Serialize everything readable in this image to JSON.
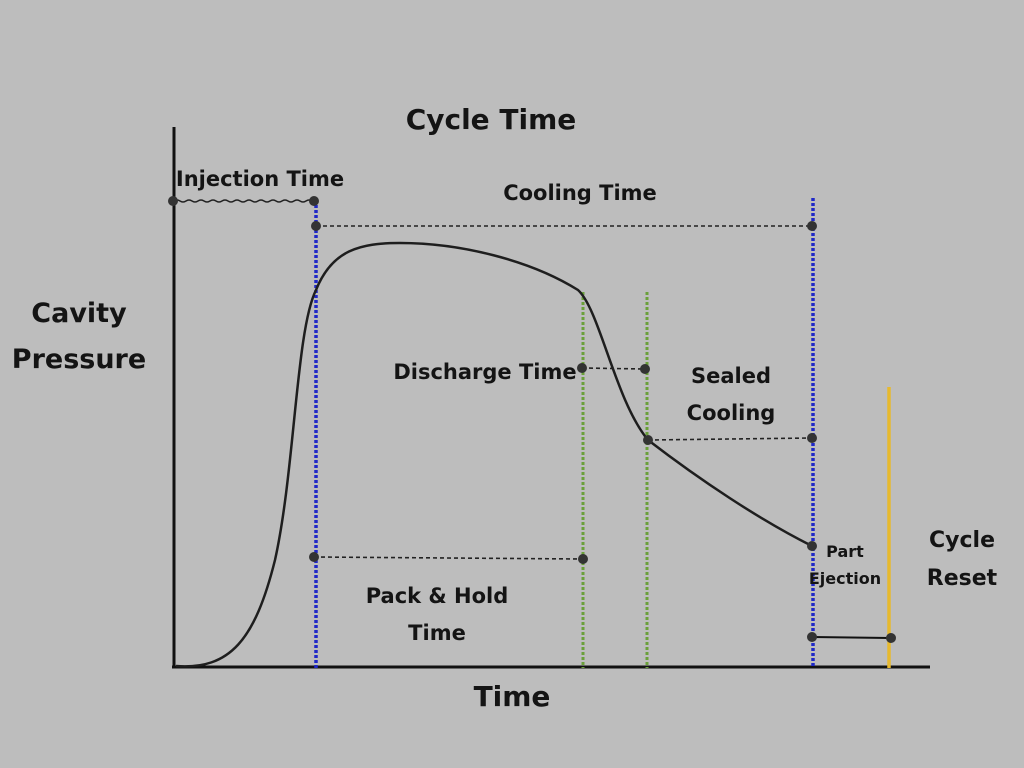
{
  "diagram": {
    "title": "Cycle Time",
    "y_axis_label": [
      "Cavity",
      "Pressure"
    ],
    "x_axis_label": "Time",
    "labels": {
      "injection_time": "Injection Time",
      "cooling_time": "Cooling Time",
      "discharge_time": "Discharge Time",
      "sealed_cooling": [
        "Sealed",
        "Cooling"
      ],
      "pack_hold_time": [
        "Pack & Hold",
        "Time"
      ],
      "part_ejection": [
        "Part",
        "Ejection"
      ],
      "cycle_reset": [
        "Cycle",
        "Reset"
      ]
    },
    "colors": {
      "background": "#bdbdbd",
      "curve": "#1e1e1e",
      "axis": "#111111",
      "blue_divider": "#1f28c8",
      "green_divider": "#6aa03a",
      "yellow_divider": "#e7b92e",
      "marker": "#333333"
    }
  }
}
